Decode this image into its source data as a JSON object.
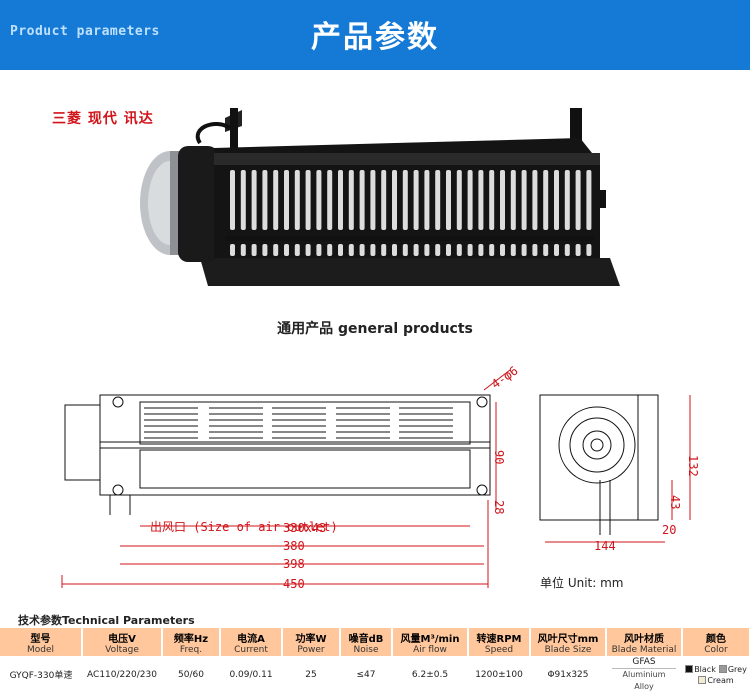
{
  "header": {
    "title_en": "Product parameters",
    "title_cn": "产品参数"
  },
  "brands": "三菱 现代 讯达",
  "caption": "通用产品 general products",
  "drawing": {
    "outlet_label": "出风口 (Size of  air outlet)",
    "dims": {
      "outlet": "330x43",
      "d380": "380",
      "d398": "398",
      "d450": "450",
      "hole": "4-φ6",
      "h90": "90",
      "h28": "28",
      "h132": "132",
      "h43": "43",
      "h20": "20",
      "w144": "144"
    },
    "unit": "单位 Unit: mm"
  },
  "tech_title": "技术参数Technical Parameters",
  "table": {
    "headers": [
      {
        "cn": "型号",
        "en": "Model"
      },
      {
        "cn": "电压V",
        "en": "Voltage"
      },
      {
        "cn": "频率Hz",
        "en": "Freq."
      },
      {
        "cn": "电流A",
        "en": "Current"
      },
      {
        "cn": "功率W",
        "en": "Power"
      },
      {
        "cn": "噪音dB",
        "en": "Noise"
      },
      {
        "cn": "风量M³/min",
        "en": "Air flow"
      },
      {
        "cn": "转速RPM",
        "en": "Speed"
      },
      {
        "cn": "风叶尺寸mm",
        "en": "Blade Size"
      },
      {
        "cn": "风叶材质",
        "en": "Blade Material"
      },
      {
        "cn": "颜色",
        "en": "Color"
      }
    ],
    "row": {
      "model": "GYQF-330单速",
      "voltage": "AC110/220/230",
      "freq": "50/60",
      "current": "0.09/0.11",
      "power": "25",
      "noise": "≤47",
      "airflow": "6.2±0.5",
      "speed": "1200±100",
      "blade_size": "Φ91x325",
      "material_1": "GFAS",
      "material_2": "Aluminium Alloy",
      "colors": [
        "Black",
        "Grey",
        "Cream"
      ]
    }
  },
  "colors": {
    "header": "#157ad6",
    "table_header": "#ffc79b",
    "accent_red": "#d0141a",
    "swatches": [
      "#111111",
      "#999999",
      "#f3ead2"
    ]
  }
}
